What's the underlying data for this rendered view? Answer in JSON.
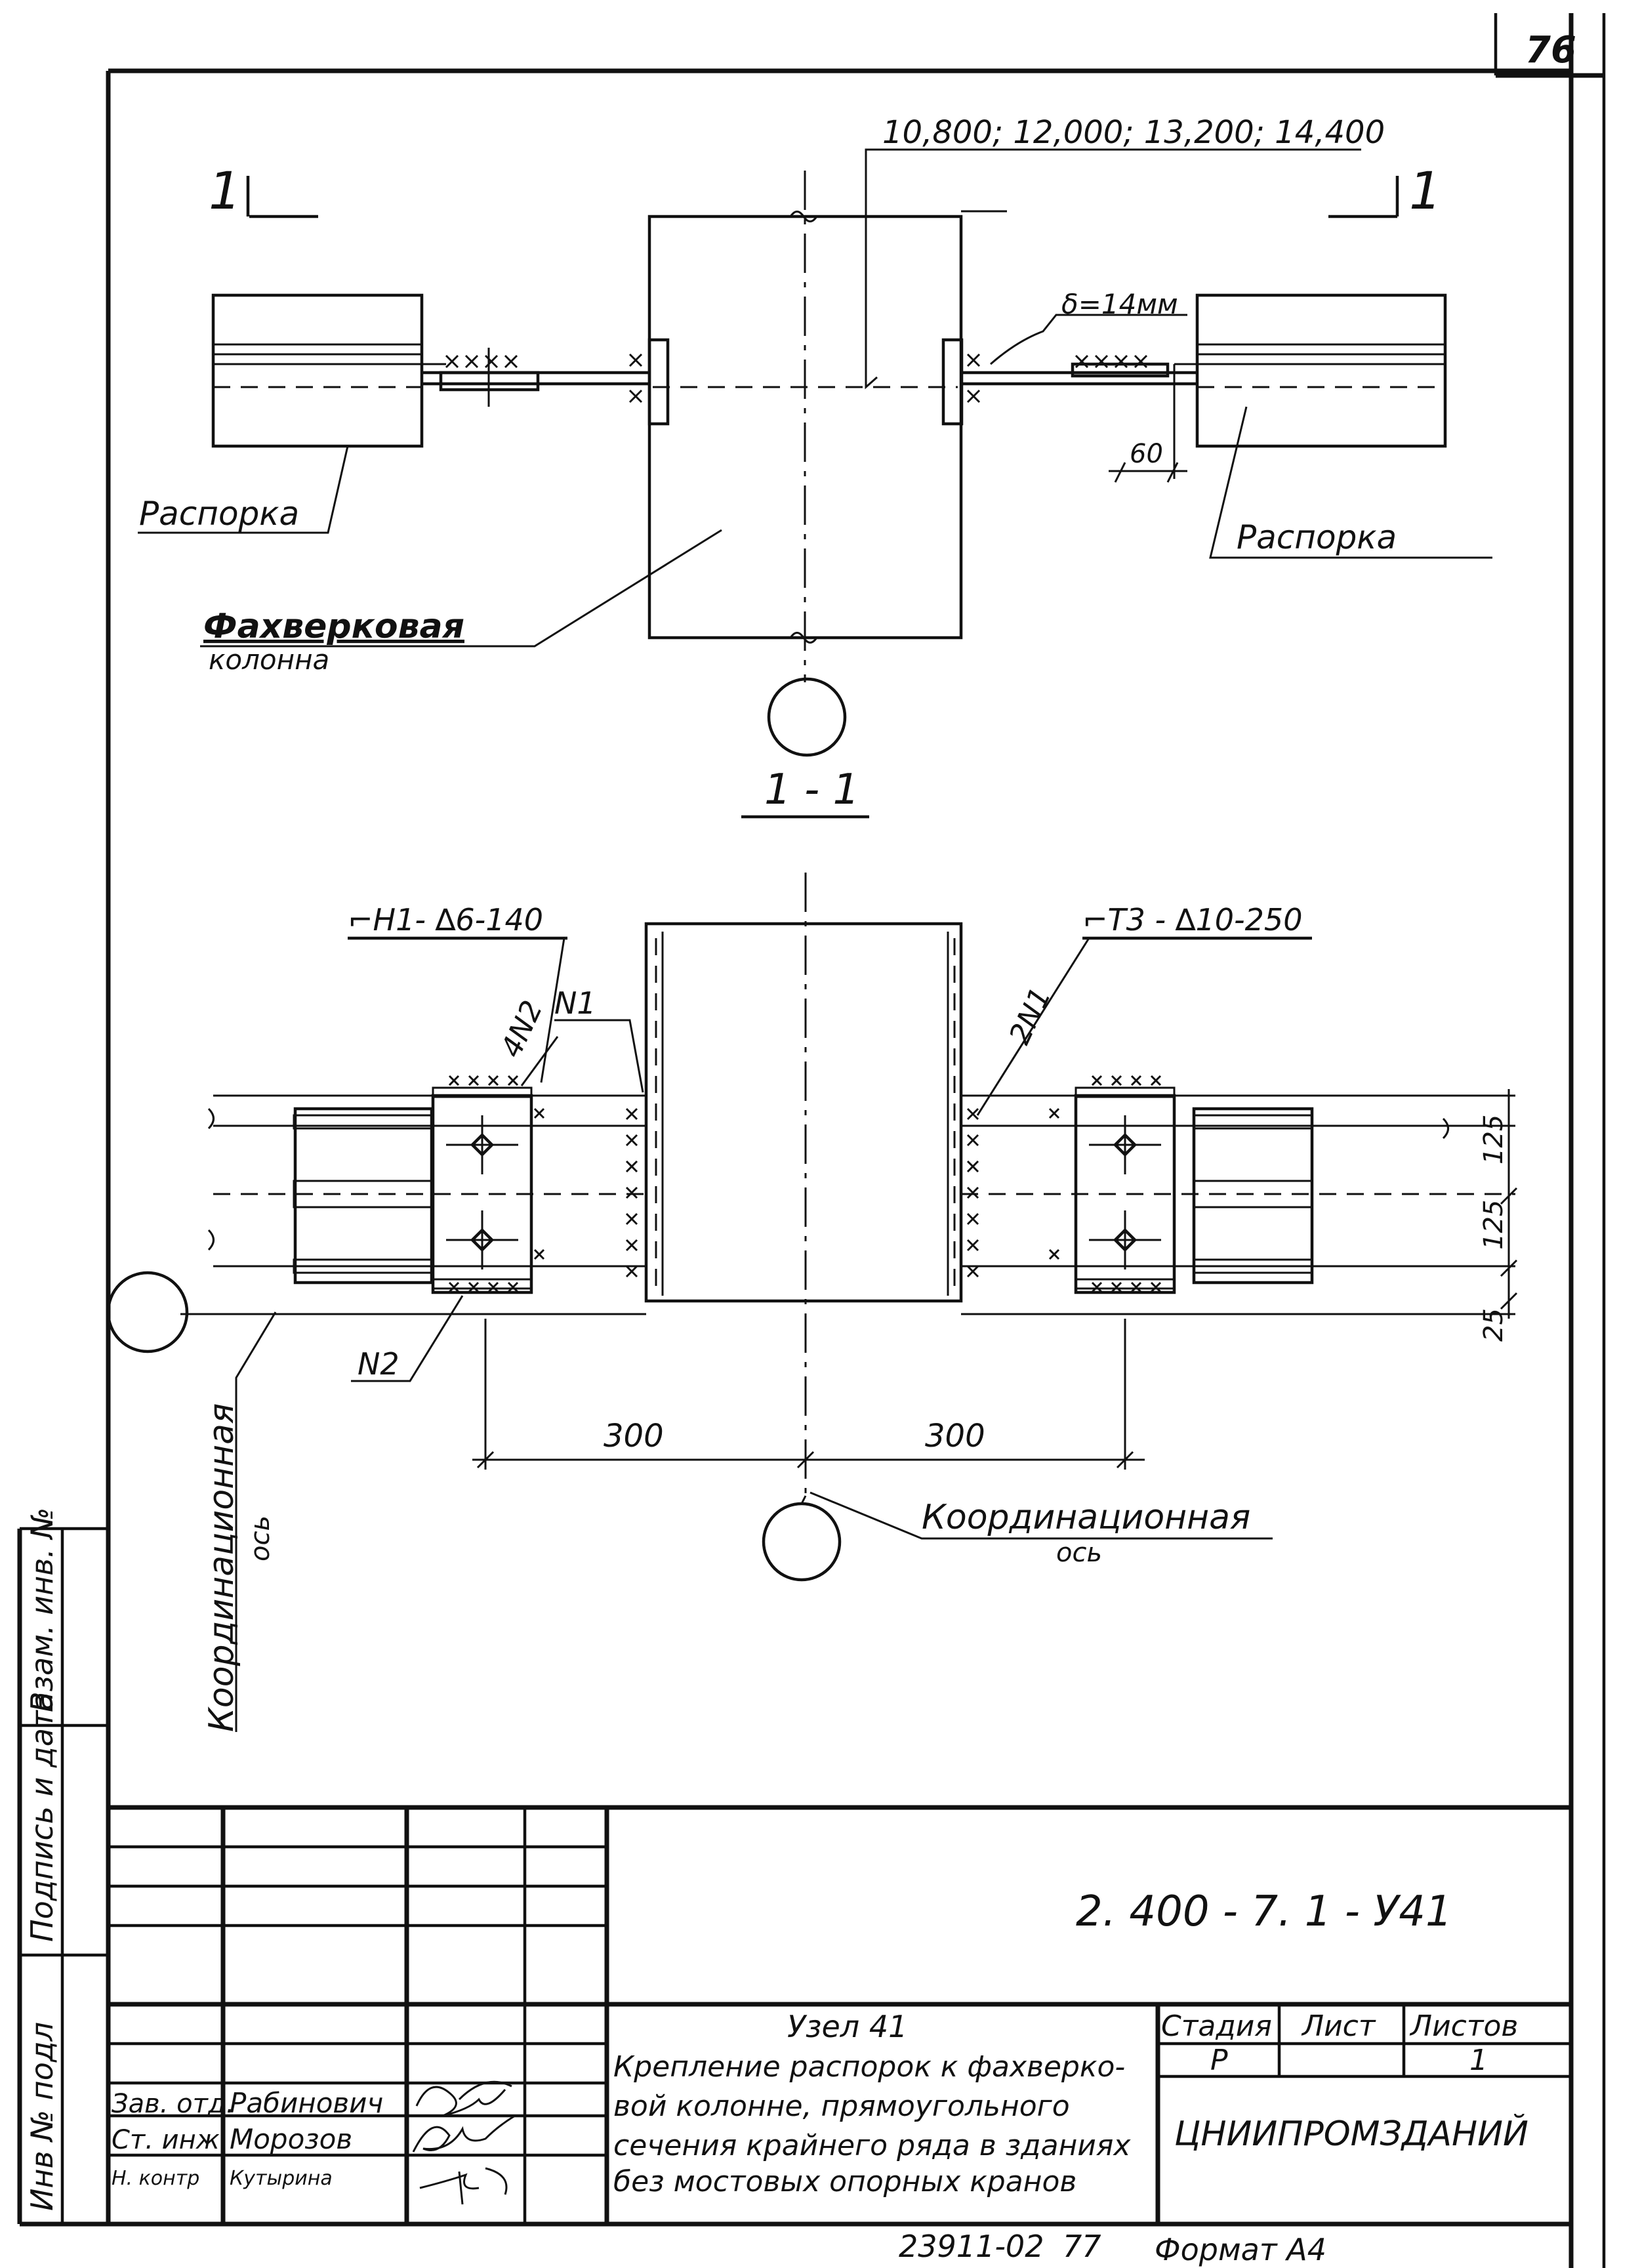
{
  "sheet_number": "76",
  "section_view": {
    "cut_mark_left": "1",
    "cut_mark_right": "1",
    "elevations": "10,800; 12,000; 13,200; 14,400",
    "plate_thickness": "δ=14мм",
    "dim_60": "60",
    "label_strut_left": "Распорка",
    "label_strut_right": "Распорка",
    "label_column_line1": "Фахверковая",
    "label_column_line2": "колонна",
    "section_title": "1 - 1"
  },
  "plan_view": {
    "weld_left": "⌐Н1- ∆6-140",
    "weld_right": "⌐Т3 - ∆10-250",
    "mark_4n2": "4N2",
    "mark_n1": "N1",
    "mark_2n1": "2N1",
    "mark_n2": "N2",
    "dim_125_top": "125",
    "dim_125_bottom": "125",
    "dim_25": "25",
    "dim_300_left": "300",
    "dim_300_right": "300",
    "label_coord_axis_line1": "Координационная",
    "label_coord_axis_line2": "ось",
    "label_coord_axis_vertical_line1": "Координационная",
    "label_coord_axis_vertical_line2": "ось"
  },
  "side_stamp": {
    "inv_original": "Инв № подл",
    "sign_date": "Подпись и дата",
    "replaces_inv": "Взам. инв. №"
  },
  "title_block": {
    "designation": "2. 400 - 7. 1 - У41",
    "title_line1": "Узел 41",
    "title_line2": "Крепление распорок к фахверко-",
    "title_line3": "вой колонне, прямоугольного",
    "title_line4": "сечения крайнего ряда в зданиях",
    "title_line5": "без мостовых опорных кранов",
    "stage_header": "Стадия",
    "sheet_header": "Лист",
    "sheets_header": "Листов",
    "stage_value": "Р",
    "sheets_value": "1",
    "organization": "ЦНИИПРОМЗДАНИЙ",
    "role1": "Зав. отд.",
    "name1": "Рабинович",
    "role2": "Ст. инж.",
    "name2": "Морозов",
    "role3": "Н. контр",
    "name3": "Кутырина"
  },
  "footer": {
    "inventory": "23911-02",
    "page": "77",
    "format": "Формат А4"
  }
}
